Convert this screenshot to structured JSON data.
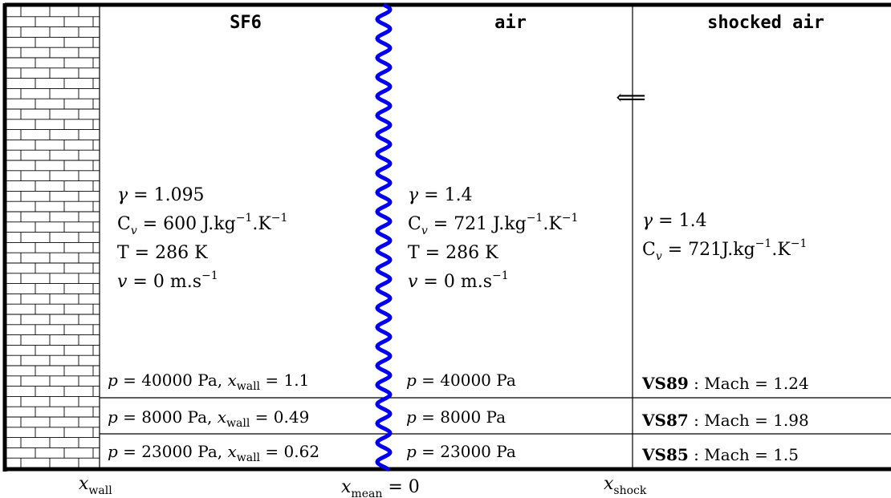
{
  "headers": {
    "sf6": "SF6",
    "air": "air",
    "shocked_air": "shocked air"
  },
  "arrow": "⟸",
  "sf6_props": {
    "gamma_sym": "γ",
    "gamma_val": " = 1.095",
    "cv_sym": "C",
    "cv_sub": "v",
    "cv_val": " = 600 J.kg",
    "cv_exp1": "−1",
    "cv_mid": ".K",
    "cv_exp2": "−1",
    "t_line": "T = 286 K",
    "v_sym": "v",
    "v_val": " = 0 m.s",
    "v_exp": "−1"
  },
  "air_props": {
    "gamma_sym": "γ",
    "gamma_val": " = 1.4",
    "cv_sym": "C",
    "cv_sub": "v",
    "cv_val": " = 721 J.kg",
    "cv_exp1": "−1",
    "cv_mid": ".K",
    "cv_exp2": "−1",
    "t_line": "T = 286 K",
    "v_sym": "v",
    "v_val": " = 0 m.s",
    "v_exp": "−1"
  },
  "shocked_props": {
    "gamma_sym": "γ",
    "gamma_val": " = 1.4",
    "cv_sym": "C",
    "cv_sub": "v",
    "cv_val": " = 721J.kg",
    "cv_exp1": "−1",
    "cv_mid": ".K",
    "cv_exp2": "−1"
  },
  "cases": [
    {
      "sf6_p": "p",
      "sf6_p_val": " = 40000 Pa, ",
      "sf6_x": "x",
      "sf6_x_sub": "wall",
      "sf6_x_val": " = 1.1",
      "air_p": "p",
      "air_p_val": " = 40000 Pa",
      "shock_name": "VS89",
      "shock_rest": " : Mach = 1.24"
    },
    {
      "sf6_p": "p",
      "sf6_p_val": " = 8000 Pa, ",
      "sf6_x": "x",
      "sf6_x_sub": "wall",
      "sf6_x_val": " = 0.49",
      "air_p": "p",
      "air_p_val": " = 8000 Pa",
      "shock_name": "VS87",
      "shock_rest": " : Mach = 1.98"
    },
    {
      "sf6_p": "p",
      "sf6_p_val": " = 23000 Pa, ",
      "sf6_x": "x",
      "sf6_x_sub": "wall",
      "sf6_x_val": " = 0.62",
      "air_p": "p",
      "air_p_val": " = 23000 Pa",
      "shock_name": "VS85",
      "shock_rest": " : Mach = 1.5"
    }
  ],
  "bottom_labels": {
    "wall_x": "x",
    "wall_sub": "wall",
    "mean_x": "x",
    "mean_sub": "mean",
    "mean_val": " = 0",
    "shock_x": "x",
    "shock_sub": "shock"
  },
  "colors": {
    "interface": "#0000ee",
    "lines": "#000000"
  }
}
